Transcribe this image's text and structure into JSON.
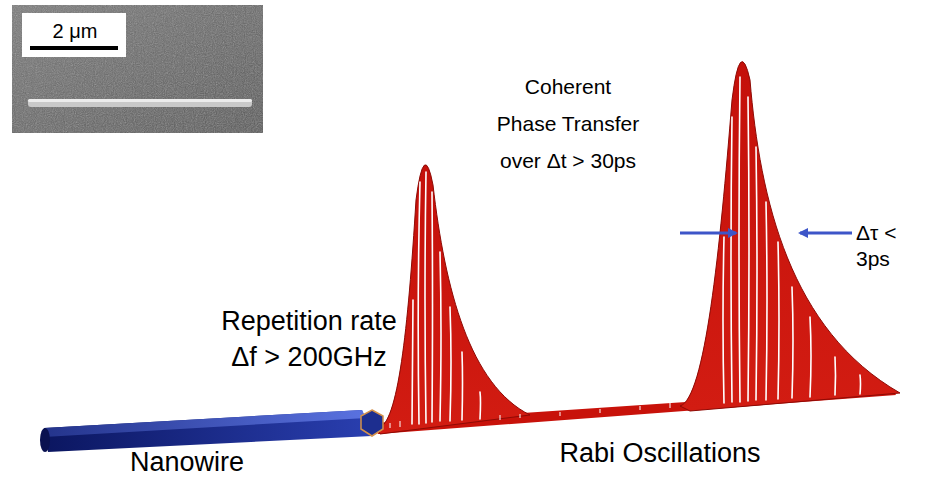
{
  "diagram": {
    "labels": [
      "2 μm",
      "Coherent Phase Transfer over Δt > 30ps",
      "Repetition rate Δf > 200GHz",
      "Δτ < 3ps",
      "Nanowire",
      "Rabi Oscillations"
    ]
  }
}
